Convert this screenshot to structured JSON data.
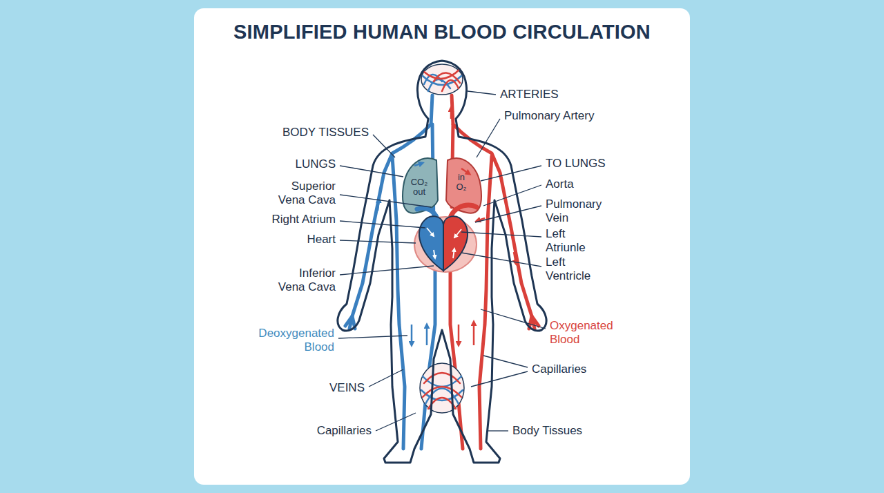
{
  "diagram": {
    "title": "SIMPLIFIED HUMAN BLOOD CIRCULATION",
    "labels": [
      "ARTERIES",
      "Pulmonary Artery",
      "BODY TISSUES",
      "LUNGS",
      "TO LUNGS",
      "CO₂ out",
      "in O₂",
      "Superior Vena Cava",
      "Aorta",
      "Pulmonary Vein",
      "Right Atrium",
      "Left Atriunle",
      "Heart",
      "Left Ventricle",
      "Inferior Vena Cava",
      "Oxygenated Blood",
      "Deoxygenated Blood",
      "Capillaries",
      "VEINS",
      "Capillaries",
      "Body Tissues"
    ]
  }
}
